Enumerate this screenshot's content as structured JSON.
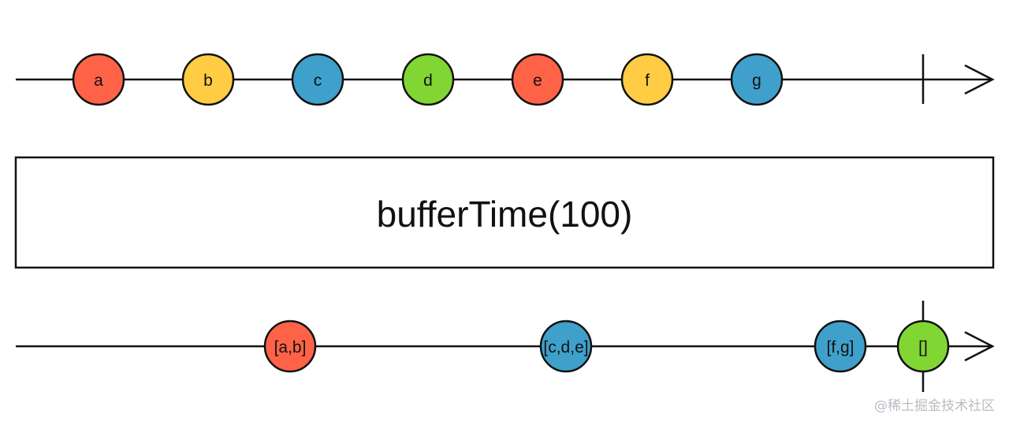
{
  "operator": {
    "label": "bufferTime(100)"
  },
  "colors": {
    "line": "#111111",
    "red": "#ff6347",
    "yellow": "#ffcc44",
    "blue": "#3fa0cb",
    "green": "#82d634"
  },
  "input_stream": {
    "marbles": [
      {
        "label": "a",
        "color": "red"
      },
      {
        "label": "b",
        "color": "yellow"
      },
      {
        "label": "c",
        "color": "blue"
      },
      {
        "label": "d",
        "color": "green"
      },
      {
        "label": "e",
        "color": "red"
      },
      {
        "label": "f",
        "color": "yellow"
      },
      {
        "label": "g",
        "color": "blue"
      }
    ],
    "completes": true
  },
  "output_stream": {
    "marbles": [
      {
        "label": "[a,b]",
        "color": "red"
      },
      {
        "label": "[c,d,e]",
        "color": "blue"
      },
      {
        "label": "[f,g]",
        "color": "blue"
      },
      {
        "label": "[]",
        "color": "green"
      }
    ],
    "completes": true
  },
  "watermark": "@稀土掘金技术社区"
}
